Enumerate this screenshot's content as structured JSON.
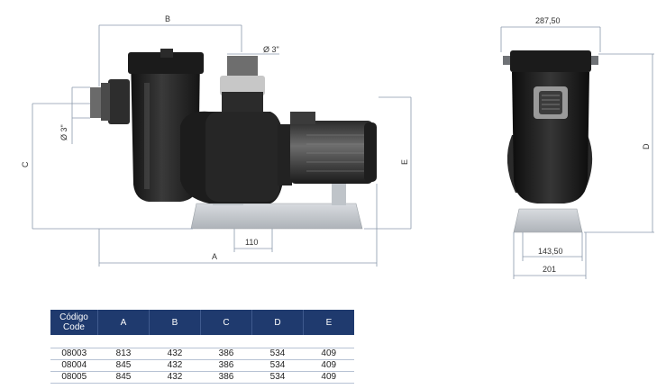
{
  "dimensions": {
    "a": "A",
    "b": "B",
    "c": "C",
    "d": "D",
    "e": "E",
    "d110": "110",
    "pipe_top": "Ø 3\"",
    "pipe_side": "Ø 3\"",
    "width_top": "287,50",
    "base_inner": "143,50",
    "base_outer": "201"
  },
  "table": {
    "header_code": "Código",
    "header_code_en": "Code",
    "columns": [
      "A",
      "B",
      "C",
      "D",
      "E"
    ],
    "rows": [
      {
        "code": "08003",
        "values": [
          "813",
          "432",
          "386",
          "534",
          "409"
        ]
      },
      {
        "code": "08004",
        "values": [
          "845",
          "432",
          "386",
          "534",
          "409"
        ]
      },
      {
        "code": "08005",
        "values": [
          "845",
          "432",
          "386",
          "534",
          "409"
        ]
      }
    ]
  },
  "colors": {
    "header_bg": "#1f3a6e",
    "pump_body": "#1e1e1e",
    "base": "#c9cdd2",
    "dim_lines": "#8a99ab"
  }
}
